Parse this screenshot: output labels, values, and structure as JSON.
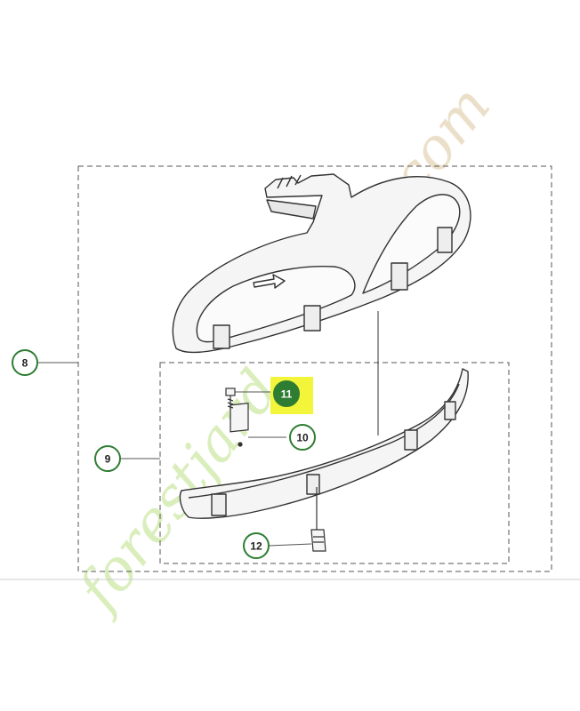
{
  "colors": {
    "line": "#555555",
    "callout_ring": "#2e7d32",
    "callout_selected_fill": "#2e7d32",
    "highlight": "#f2f53a",
    "part_fill": "#f5f5f5",
    "part_stroke": "#333333",
    "watermark_green": "#d6ecb5",
    "watermark_tan": "#eadcc4"
  },
  "callouts": [
    {
      "id": "8",
      "label": "8",
      "selected": false
    },
    {
      "id": "9",
      "label": "9",
      "selected": false
    },
    {
      "id": "10",
      "label": "10",
      "selected": false
    },
    {
      "id": "11",
      "label": "11",
      "selected": true
    },
    {
      "id": "12",
      "label": "12",
      "selected": false
    }
  ],
  "watermark": {
    "green_part": "forestjard",
    "tan_part": "in.com"
  }
}
